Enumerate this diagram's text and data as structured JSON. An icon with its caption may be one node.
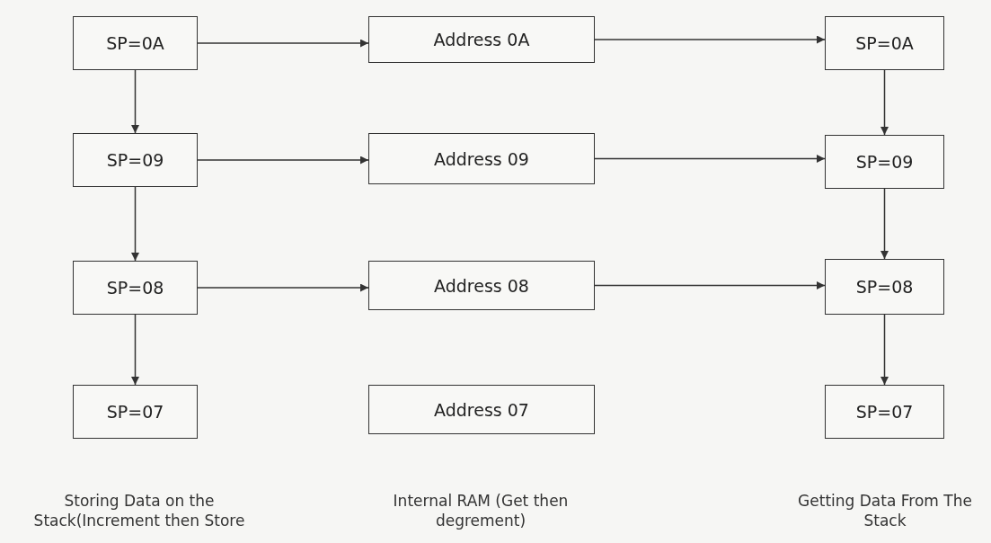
{
  "diagram": {
    "nodes": [
      {
        "text": [
          "SP=0A"
        ]
      },
      {
        "text": [
          "Address 0A"
        ]
      },
      {
        "text": [
          "SP=0A"
        ]
      },
      {
        "text": [
          "SP=09"
        ]
      },
      {
        "text": [
          "Address 09"
        ]
      },
      {
        "text": [
          "SP=09"
        ]
      },
      {
        "text": [
          "SP=08"
        ]
      },
      {
        "text": [
          "Address 08"
        ]
      },
      {
        "text": [
          "SP=08"
        ]
      },
      {
        "text": [
          "SP=07"
        ]
      },
      {
        "text": [
          "Address 07"
        ]
      },
      {
        "text": [
          "SP=07"
        ]
      }
    ],
    "edges": [
      {
        "from": 0,
        "to": 1,
        "arrow": "to"
      },
      {
        "from": 1,
        "to": 2,
        "arrow": "to"
      },
      {
        "from": 0,
        "to": 3,
        "arrow": "to"
      },
      {
        "from": 2,
        "to": 5,
        "arrow": "to"
      },
      {
        "from": 3,
        "to": 4,
        "arrow": "to"
      },
      {
        "from": 4,
        "to": 5,
        "arrow": "to"
      },
      {
        "from": 3,
        "to": 6,
        "arrow": "to"
      },
      {
        "from": 5,
        "to": 8,
        "arrow": "to"
      },
      {
        "from": 6,
        "to": 7,
        "arrow": "to"
      },
      {
        "from": 7,
        "to": 8,
        "arrow": "to"
      },
      {
        "from": 6,
        "to": 9,
        "arrow": "to"
      },
      {
        "from": 8,
        "to": 11,
        "arrow": "to"
      }
    ],
    "labels": [
      "Storing Data on the Stack(Increment then Store",
      "Internal RAM (Get then degrement)",
      "Getting Data From The Stack"
    ]
  }
}
